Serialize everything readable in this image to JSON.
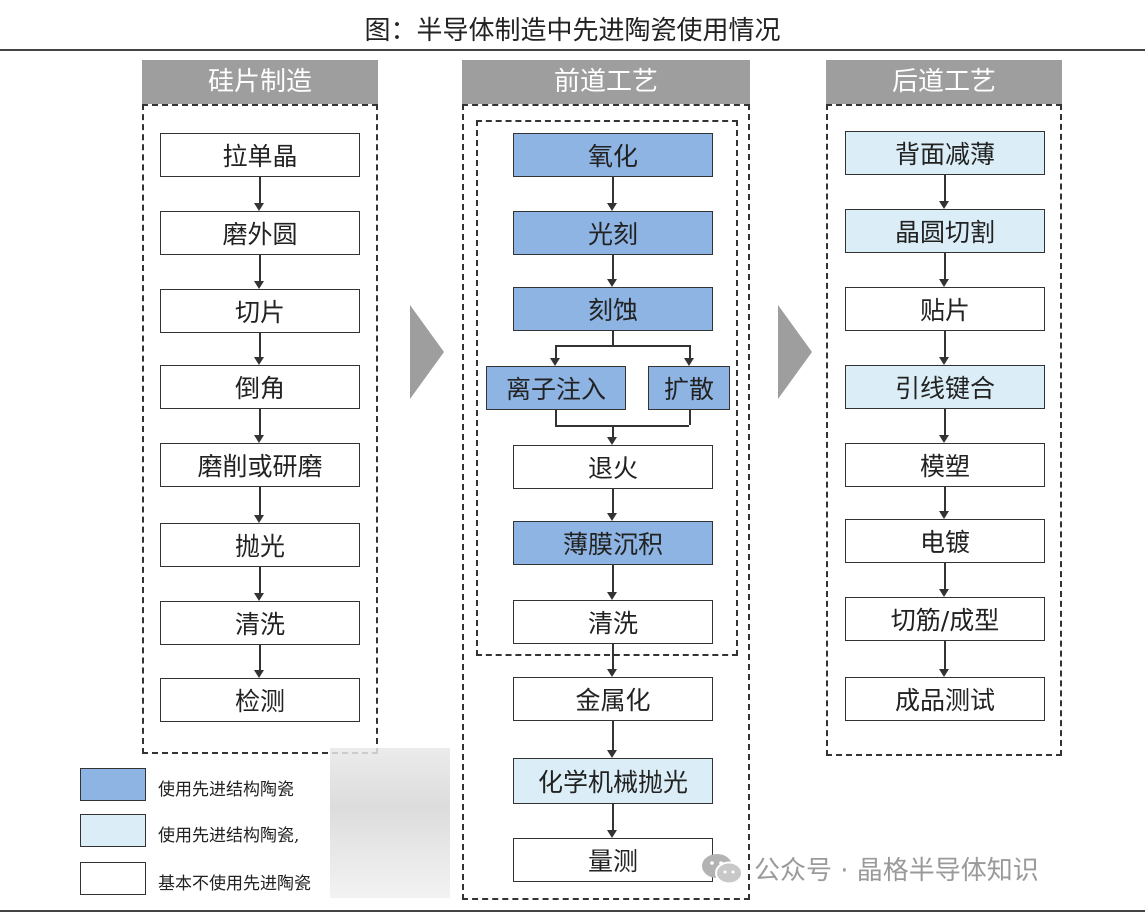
{
  "title": "图：半导体制造中先进陶瓷使用情况",
  "columns": {
    "wafer": {
      "header": "硅片制造",
      "steps": [
        "拉单晶",
        "磨外圆",
        "切片",
        "倒角",
        "磨削或研磨",
        "抛光",
        "清洗",
        "检测"
      ]
    },
    "front": {
      "header": "前道工艺",
      "steps": {
        "oxidation": "氧化",
        "litho": "光刻",
        "etch": "刻蚀",
        "ion": "离子注入",
        "diffusion": "扩散",
        "anneal": "退火",
        "film": "薄膜沉积",
        "clean": "清洗",
        "metal": "金属化",
        "cmp": "化学机械抛光",
        "measure": "量测"
      }
    },
    "back": {
      "header": "后道工艺",
      "steps": [
        "背面减薄",
        "晶圆切割",
        "贴片",
        "引线键合",
        "模塑",
        "电镀",
        "切筋/成型",
        "成品测试"
      ]
    }
  },
  "legend": {
    "strong": "使用先进结构陶瓷",
    "light": "使用先进结构陶瓷,",
    "none": "基本不使用先进陶瓷"
  },
  "colors": {
    "strong": "#8db4e2",
    "light": "#dbeef7",
    "header": "#9e9e9e"
  },
  "watermark": {
    "icon": "wechat-icon",
    "text": "公众号 · 晶格半导体知识"
  }
}
